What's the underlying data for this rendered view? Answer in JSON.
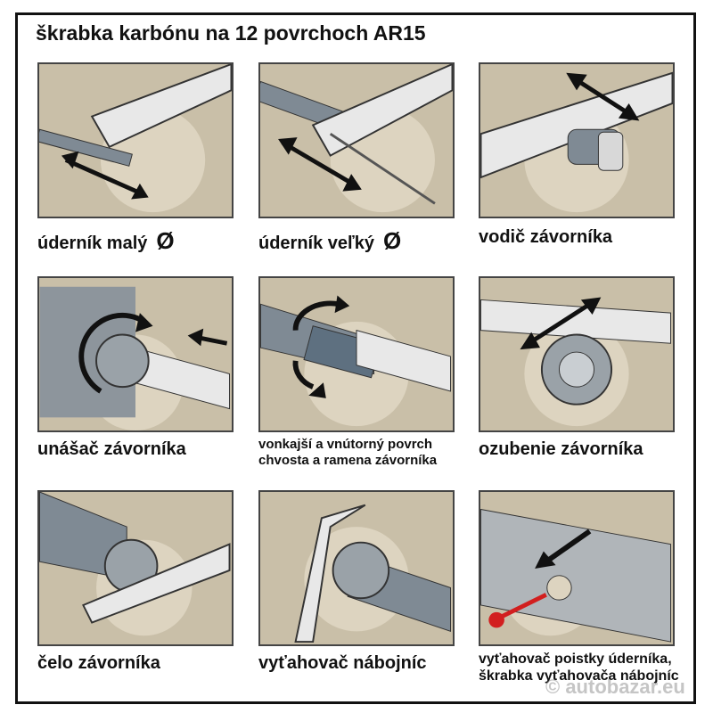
{
  "title": "škrabka karbónu na 12 povrchoch AR15",
  "panels": [
    {
      "label": "úderník malý",
      "symbol": "Ø"
    },
    {
      "label": "úderník veľký",
      "symbol": "Ø"
    },
    {
      "label": "vodič závorníka"
    },
    {
      "label": "unášač závorníka"
    },
    {
      "label": "vonkajší a vnútorný povrch chvosta a ramena závorníka"
    },
    {
      "label": "ozubenie závorníka"
    },
    {
      "label": "čelo závorníka"
    },
    {
      "label": "vyťahovač nábojníc"
    },
    {
      "label": "vyťahovač poistky úderníka, škrabka vyťahovača nábojníc"
    }
  ],
  "watermark": "© autobazar.eu",
  "colors": {
    "panel_bg": "#c9bfa8",
    "tool": "#e8e8e8",
    "part": "#7f8a94",
    "arrow": "#111111",
    "pin": "#d21f1f"
  }
}
